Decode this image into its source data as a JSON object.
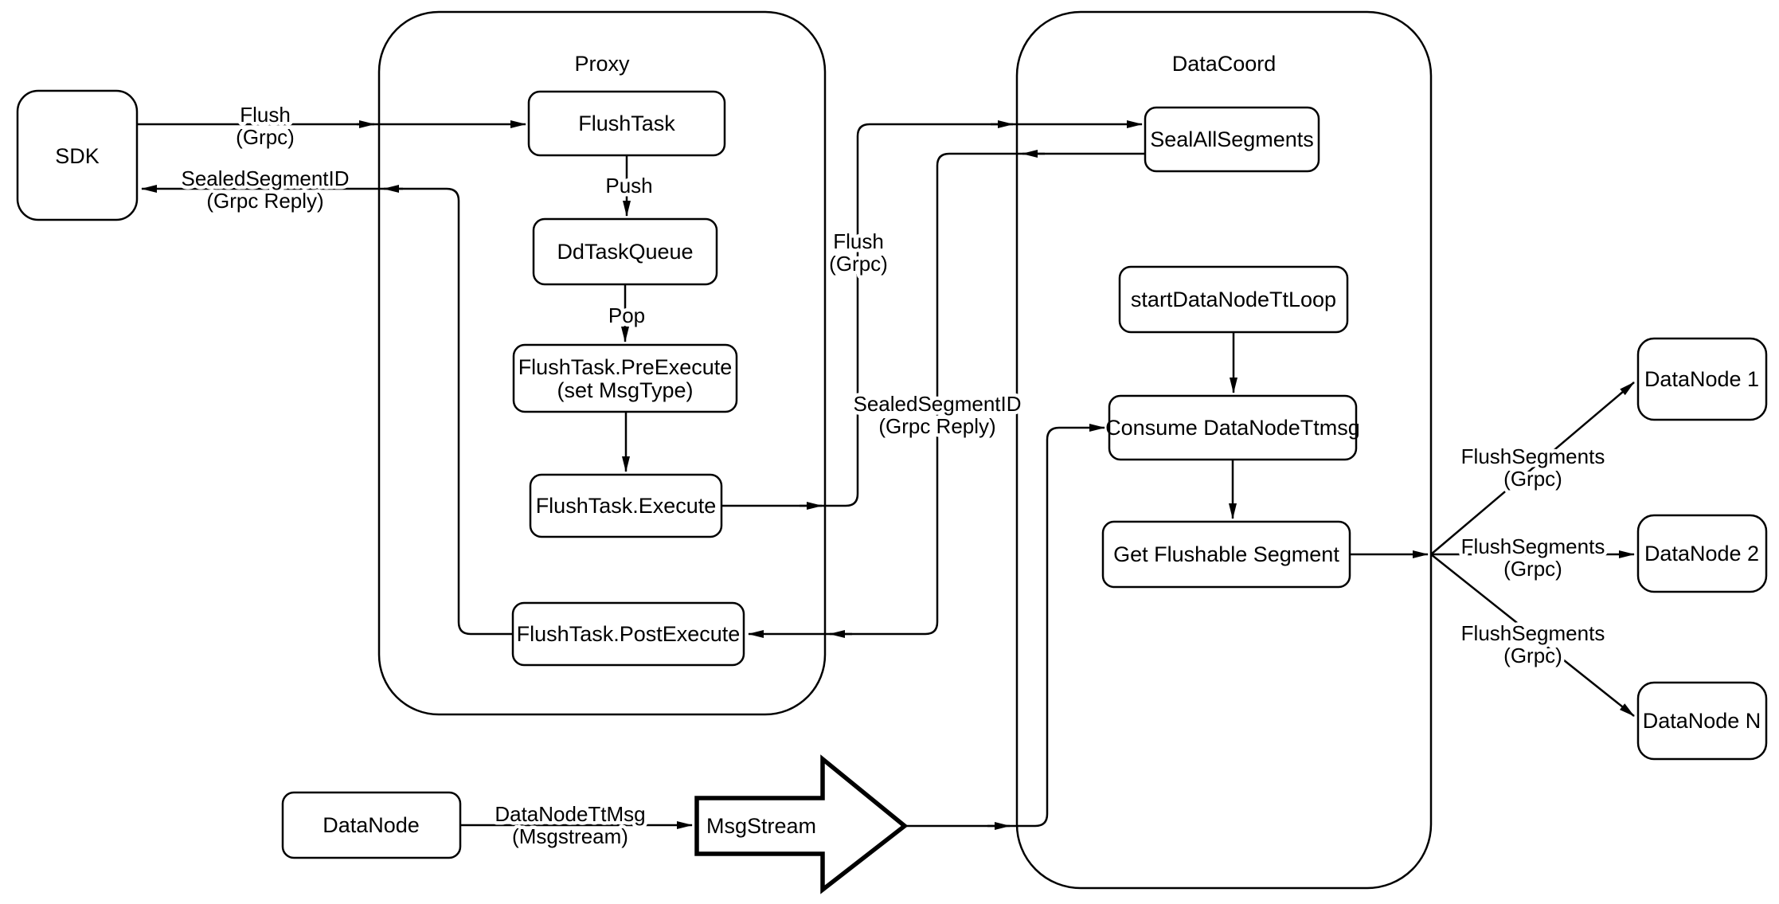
{
  "containers": {
    "proxy": {
      "title": "Proxy"
    },
    "datacoord": {
      "title": "DataCoord"
    }
  },
  "nodes": {
    "sdk": {
      "label": "SDK"
    },
    "flush_task": {
      "label": "FlushTask"
    },
    "dd_task_queue": {
      "label": "DdTaskQueue"
    },
    "pre_execute": {
      "line1": "FlushTask.PreExecute",
      "line2": "(set MsgType)"
    },
    "execute": {
      "label": "FlushTask.Execute"
    },
    "post_execute": {
      "label": "FlushTask.PostExecute"
    },
    "seal_all_segments": {
      "label": "SealAllSegments"
    },
    "start_datanode_tt_loop": {
      "label": "startDataNodeTtLoop"
    },
    "consume_datanode_ttmsg": {
      "label": "Consume DataNodeTtmsg"
    },
    "get_flushable_segment": {
      "label": "Get Flushable Segment"
    },
    "datanode_1": {
      "label": "DataNode 1"
    },
    "datanode_2": {
      "label": "DataNode 2"
    },
    "datanode_n": {
      "label": "DataNode N"
    },
    "datanode": {
      "label": "DataNode"
    },
    "msgstream": {
      "label": "MsgStream"
    }
  },
  "edges": {
    "sdk_flush": {
      "line1": "Flush",
      "line2": "(Grpc)"
    },
    "sdk_reply": {
      "line1": "SealedSegmentID",
      "line2": "(Grpc Reply)"
    },
    "push": {
      "label": "Push"
    },
    "pop": {
      "label": "Pop"
    },
    "proxy_flush": {
      "line1": "Flush",
      "line2": "(Grpc)"
    },
    "proxy_reply": {
      "line1": "SealedSegmentID",
      "line2": "(Grpc Reply)"
    },
    "flush_segments_1": {
      "line1": "FlushSegments",
      "line2": "(Grpc)"
    },
    "flush_segments_2": {
      "line1": "FlushSegments",
      "line2": "(Grpc)"
    },
    "flush_segments_n": {
      "line1": "FlushSegments",
      "line2": "(Grpc)"
    },
    "datanode_ttmsg": {
      "line1": "DataNodeTtMsg",
      "line2": "(Msgstream)"
    }
  },
  "colors": {
    "line": "#000000",
    "node_fill": "#ffffff",
    "background": "#ffffff"
  }
}
